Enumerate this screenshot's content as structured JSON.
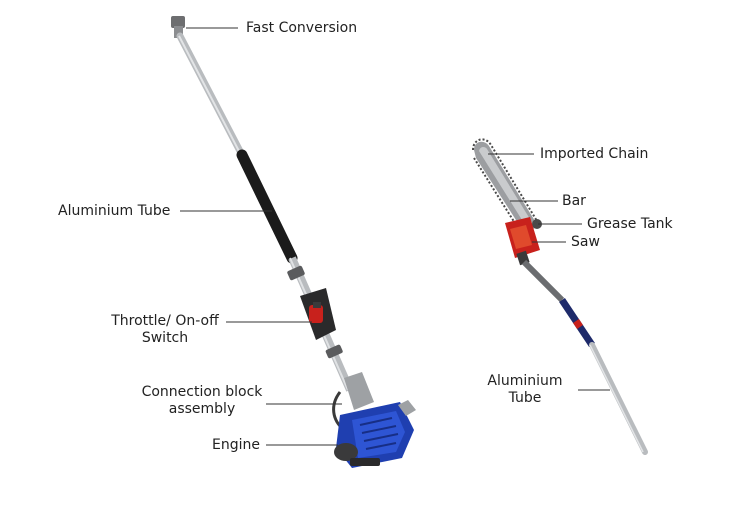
{
  "labels": {
    "fast_conversion": "Fast Conversion",
    "aluminium_tube_left": "Aluminium Tube",
    "throttle_line1": "Throttle/ On-off",
    "throttle_line2": "Switch",
    "connection_line1": "Connection block",
    "connection_line2": "assembly",
    "engine": "Engine",
    "imported_chain": "Imported Chain",
    "bar": "Bar",
    "grease_tank": "Grease Tank",
    "saw": "Saw",
    "aluminium_tube_right_line1": "Aluminium",
    "aluminium_tube_right_line2": "Tube"
  },
  "colors": {
    "engine_blue": "#1f3fb0",
    "saw_red": "#c8211c",
    "tube_silver": "#b9bcbf",
    "grip_black": "#1b1b1b",
    "leader_line": "#333333"
  }
}
